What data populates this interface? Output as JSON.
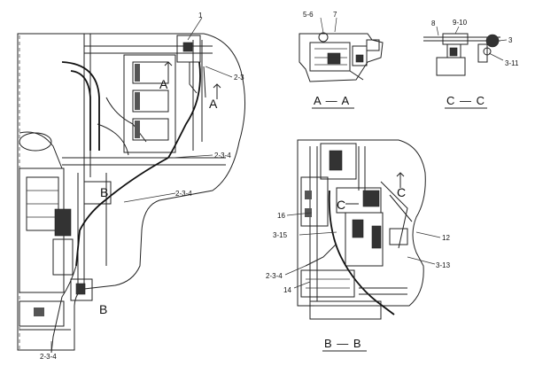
{
  "diagram": {
    "main_labels": {
      "l1": "1",
      "l2_3": "2-3",
      "l2_3_4_a": "2-3-4",
      "l2_3_4_b": "2-3-4",
      "l2_3_4_c": "2-3-4",
      "marker_A1": "A",
      "marker_A2": "A",
      "marker_B1": "B",
      "marker_B2": "B"
    },
    "section_aa": {
      "title": "A — A",
      "l5_6": "5-6",
      "l7": "7"
    },
    "section_cc": {
      "title": "C — C",
      "l8": "8",
      "l9_10": "9-10",
      "l3": "3",
      "l3_11": "3-11"
    },
    "section_bb": {
      "title": "B — B",
      "l16": "16",
      "l3_15": "3-15",
      "l12": "12",
      "l3_13": "3-13",
      "l2_3_4": "2-3-4",
      "l14": "14",
      "marker_C1": "C",
      "marker_C2": "C"
    }
  }
}
